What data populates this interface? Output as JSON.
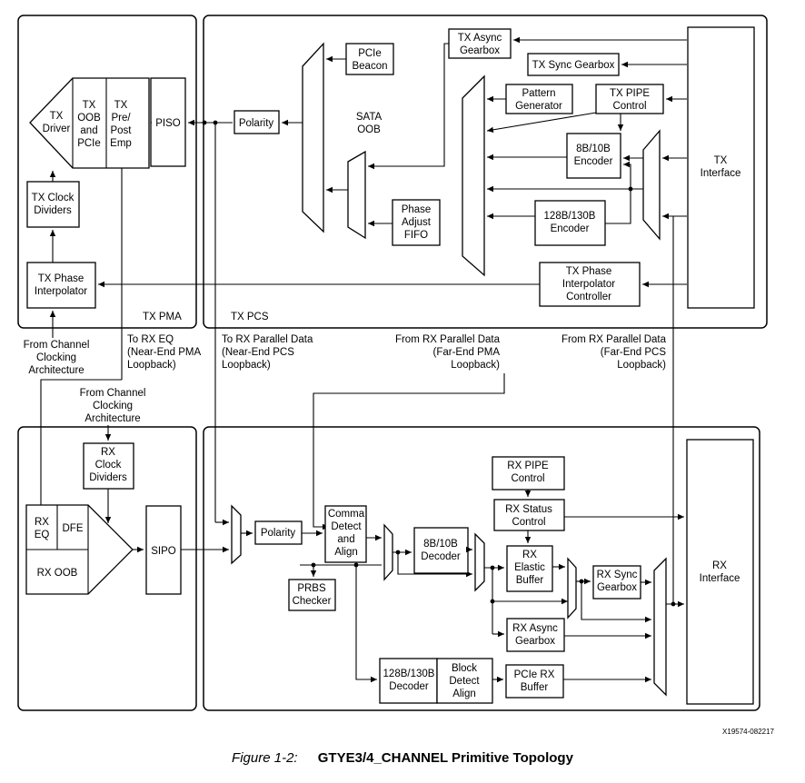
{
  "panels": {
    "tx_pma": "TX PMA",
    "tx_pcs": "TX PCS"
  },
  "tx_pma": {
    "tx_driver": [
      "TX",
      "Driver"
    ],
    "tx_oob_pcie": [
      "TX",
      "OOB",
      "and",
      "PCIe"
    ],
    "tx_pre_post_emp": [
      "TX",
      "Pre/",
      "Post",
      "Emp"
    ],
    "piso": "PISO",
    "tx_clock_dividers": [
      "TX Clock",
      "Dividers"
    ],
    "tx_phase_interpolator": [
      "TX Phase",
      "Interpolator"
    ]
  },
  "tx_pcs": {
    "polarity": "Polarity",
    "pcie_beacon": [
      "PCIe",
      "Beacon"
    ],
    "sata_oob": [
      "SATA",
      "OOB"
    ],
    "tx_async_gearbox": [
      "TX Async",
      "Gearbox"
    ],
    "tx_sync_gearbox": "TX Sync Gearbox",
    "pattern_generator": [
      "Pattern",
      "Generator"
    ],
    "tx_pipe_control": [
      "TX PIPE",
      "Control"
    ],
    "enc_8b10b": [
      "8B/10B",
      "Encoder"
    ],
    "enc_128b130b": [
      "128B/130B",
      "Encoder"
    ],
    "phase_adjust_fifo": [
      "Phase",
      "Adjust",
      "FIFO"
    ],
    "tx_phase_interp_ctrl": [
      "TX Phase",
      "Interpolator",
      "Controller"
    ],
    "tx_interface": [
      "TX",
      "Interface"
    ]
  },
  "notes": {
    "from_channel_clocking_1": [
      "From Channel",
      "Clocking",
      "Architecture"
    ],
    "to_rx_eq": [
      "To RX EQ",
      "(Near-End PMA",
      "Loopback)"
    ],
    "to_rx_parallel_data": [
      "To RX Parallel Data",
      "(Near-End PCS",
      "Loopback)"
    ],
    "from_rx_parallel_far_pma": [
      "From RX Parallel Data",
      "(Far-End PMA",
      "Loopback)"
    ],
    "from_rx_parallel_far_pcs": [
      "From RX Parallel Data",
      "(Far-End PCS",
      "Loopback)"
    ],
    "from_channel_clocking_2": [
      "From Channel",
      "Clocking",
      "Architecture"
    ]
  },
  "rx_pma": {
    "rx_clock_dividers": [
      "RX",
      "Clock",
      "Dividers"
    ],
    "rx_eq": [
      "RX",
      "EQ"
    ],
    "dfe": "DFE",
    "rx_oob": "RX OOB",
    "sipo": "SIPO"
  },
  "rx_pcs": {
    "polarity": "Polarity",
    "comma_detect_align": [
      "Comma",
      "Detect",
      "and",
      "Align"
    ],
    "prbs_checker": [
      "PRBS",
      "Checker"
    ],
    "dec_8b10b": [
      "8B/10B",
      "Decoder"
    ],
    "rx_pipe_control": [
      "RX PIPE",
      "Control"
    ],
    "rx_status_control": [
      "RX Status",
      "Control"
    ],
    "rx_elastic_buffer": [
      "RX",
      "Elastic",
      "Buffer"
    ],
    "rx_sync_gearbox": [
      "RX Sync",
      "Gearbox"
    ],
    "rx_async_gearbox": [
      "RX Async",
      "Gearbox"
    ],
    "dec_128b130b": [
      "128B/130B",
      "Decoder"
    ],
    "block_detect_align": [
      "Block",
      "Detect",
      "Align"
    ],
    "pcie_rx_buffer": [
      "PCIe RX",
      "Buffer"
    ],
    "rx_interface": [
      "RX",
      "Interface"
    ]
  },
  "doc_id": "X19574-082217",
  "caption": {
    "figure": "Figure 1-2:",
    "title": "GTYE3/4_CHANNEL Primitive Topology"
  }
}
